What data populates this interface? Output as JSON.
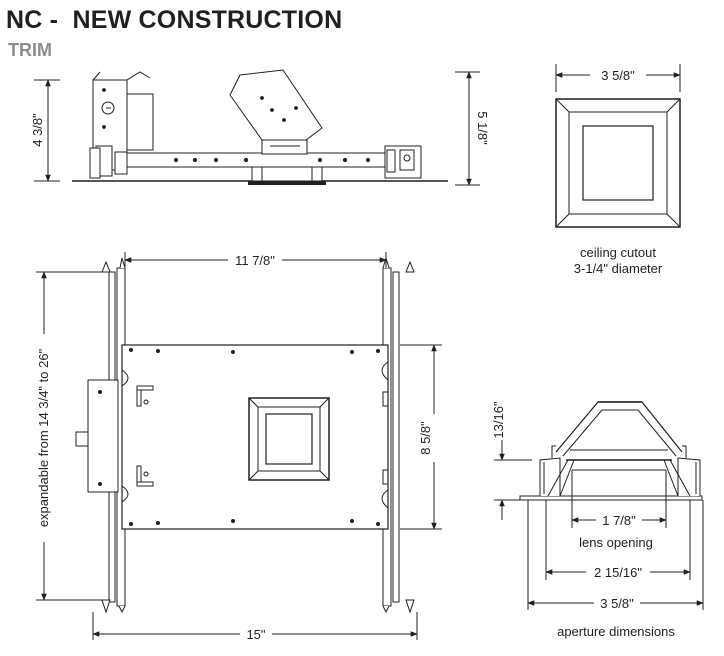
{
  "header": {
    "title": "NC -  NEW CONSTRUCTION",
    "subtitle": "TRIM"
  },
  "dimensions": {
    "side_view_height": "4 3/8\"",
    "side_view_overall_height": "5 1/8\"",
    "trim_width": "3 5/8\"",
    "plan_top_width": "11 7/8\"",
    "plan_expandable": "expandable from 14 3/4\" to 26\"",
    "plan_height": "8 5/8\"",
    "plan_bottom_width": "15\"",
    "trim_section_height": "13/16\"",
    "lens_opening_dim": "1 7/8\"",
    "middle_dim": "2 15/16\"",
    "aperture_dim": "3 5/8\""
  },
  "captions": {
    "ceiling_cutout_line1": "ceiling cutout",
    "ceiling_cutout_line2": "3-1/4\" diameter",
    "lens_opening": "lens opening",
    "aperture": "aperture dimensions"
  },
  "colors": {
    "ink": "#231f20",
    "subtitle_gray": "#8c8c8c"
  }
}
